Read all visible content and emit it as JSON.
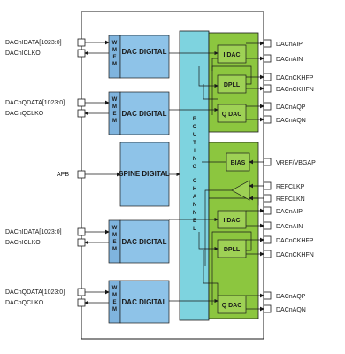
{
  "routing_channel": {
    "letters_word1": [
      "R",
      "O",
      "U",
      "T",
      "I",
      "N",
      "G"
    ],
    "letters_word2": [
      "C",
      "H",
      "A",
      "N",
      "N",
      "E",
      "L"
    ]
  },
  "blocks": {
    "wmem": [
      "W",
      "M",
      "E",
      "M"
    ],
    "dac_digital": "DAC DIGITAL",
    "spine_digital": "SPINE DIGITAL",
    "idac": "I DAC",
    "qdac": "Q DAC",
    "dpll": "DPLL",
    "bias": "BIAS"
  },
  "left_pins": {
    "top_i_data": "DACnIDATA[1023:0]",
    "top_i_clk": "DACnICLKO",
    "top_q_data": "DACnQDATA[1023:0]",
    "top_q_clk": "DACnQCLKO",
    "apb": "APB",
    "bot_i_data": "DACnIDATA[1023:0]",
    "bot_i_clk": "DACnICLKO",
    "bot_q_data": "DACnQDATA[1023:0]",
    "bot_q_clk": "DACnQCLKO"
  },
  "right_pins": {
    "top_aip": "DACnAIP",
    "top_ain": "DACnAIN",
    "top_ckhfp": "DACnCKHFP",
    "top_ckhfn": "DACnCKHFN",
    "top_aqp": "DACnAQP",
    "top_aqn": "DACnAQN",
    "vref": "VREF/VBGAP",
    "refclkp": "REFCLKP",
    "refclkn": "REFCLKN",
    "bot_aip": "DACnAIP",
    "bot_ain": "DACnAIN",
    "bot_ckhfp": "DACnCKHFP",
    "bot_ckhfn": "DACnCKHFN",
    "bot_aqp": "DACnAQP",
    "bot_aqn": "DACnAQN"
  },
  "colors": {
    "blue_block": "#8ec3e8",
    "wmem_block": "#7fb4de",
    "routing": "#7ed3df",
    "green_region": "#8cc63f",
    "green_block": "#9ed155",
    "line": "#1a1a1a"
  }
}
